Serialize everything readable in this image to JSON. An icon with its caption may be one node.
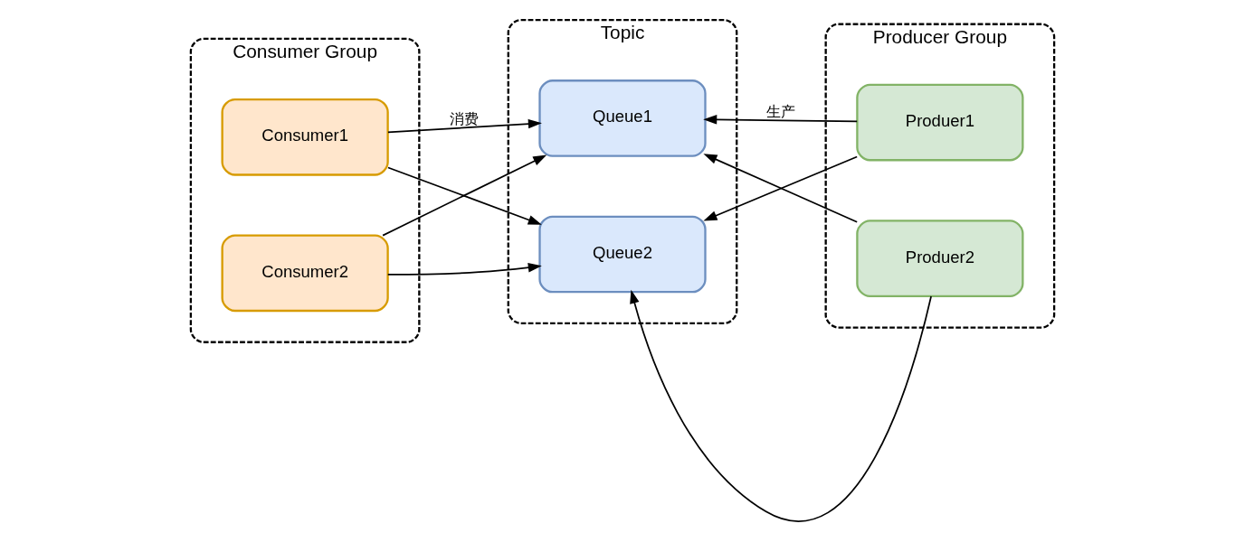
{
  "diagram": {
    "nodes": [
      {
        "text": [
          "Consumer Group"
        ]
      },
      {
        "text": [
          "Consumer1"
        ],
        "in": 0
      },
      {
        "text": [
          "Consumer2"
        ],
        "in": 0
      },
      {
        "text": [
          "Topic"
        ]
      },
      {
        "text": [
          "Queue1"
        ],
        "in": 3
      },
      {
        "text": [
          "Queue2"
        ],
        "in": 3
      },
      {
        "text": [
          "Producer Group"
        ]
      },
      {
        "text": [
          "Produer1"
        ],
        "in": 6
      },
      {
        "text": [
          "Produer2"
        ],
        "in": 6
      }
    ],
    "edges": [
      {
        "from": 1,
        "to": 4,
        "arrow": "to",
        "label": "消费"
      },
      {
        "from": 1,
        "to": 5,
        "arrow": "to"
      },
      {
        "from": 2,
        "to": 4,
        "arrow": "to"
      },
      {
        "from": 2,
        "to": 5,
        "arrow": "to"
      },
      {
        "from": 7,
        "to": 4,
        "arrow": "to",
        "label": "生产"
      },
      {
        "from": 7,
        "to": 5,
        "arrow": "to"
      },
      {
        "from": 8,
        "to": 4,
        "arrow": "to"
      },
      {
        "from": 8,
        "to": 5,
        "arrow": "to"
      }
    ]
  }
}
